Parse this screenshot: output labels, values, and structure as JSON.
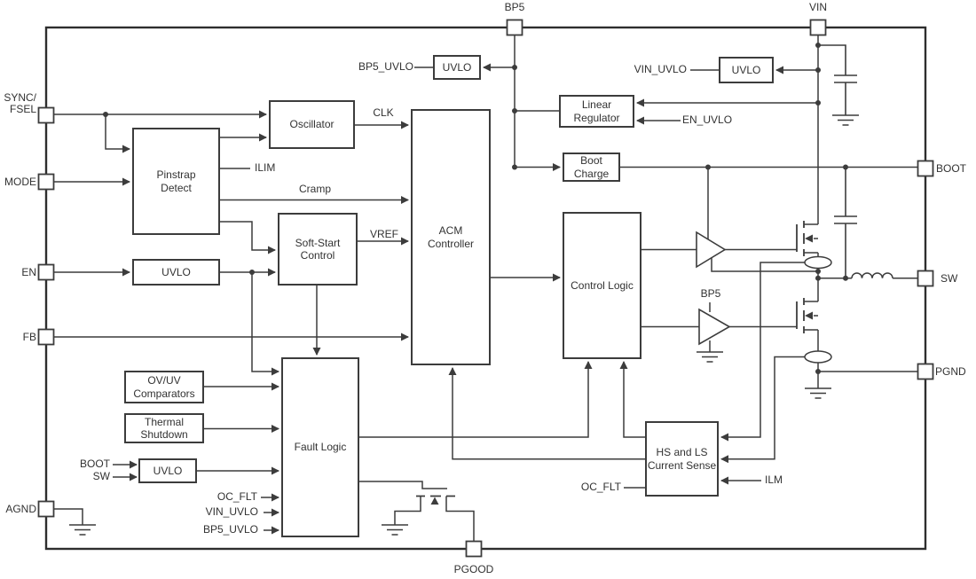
{
  "diagram": {
    "type": "ic-functional-block-diagram",
    "colors": {
      "background": "#ffffff",
      "line": "#3c3c3c",
      "text": "#323232"
    },
    "pins": {
      "bp5": "BP5",
      "vin": "VIN",
      "sync_fsel": "SYNC/\nFSEL",
      "mode": "MODE",
      "en": "EN",
      "fb": "FB",
      "agnd": "AGND",
      "boot": "BOOT",
      "sw": "SW",
      "pgnd": "PGND",
      "pgood": "PGOOD"
    },
    "blocks": {
      "oscillator": "Oscillator",
      "pinstrap": "Pinstrap\nDetect",
      "uvlo_en": "UVLO",
      "soft_start": "Soft-Start\nControl",
      "acm": "ACM\nController",
      "control_logic": "Control Logic",
      "uvlo_bp5": "UVLO",
      "uvlo_vin": "UVLO",
      "linear_regulator": "Linear\nRegulator",
      "boot_charge": "Boot\nCharge",
      "ovuv_comparators": "OV/UV\nComparators",
      "thermal_shutdown": "Thermal\nShutdown",
      "uvlo_bootsw": "UVLO",
      "fault_logic": "Fault Logic",
      "current_sense": "HS and LS\nCurrent Sense"
    },
    "signals": {
      "bp5_uvlo": "BP5_UVLO",
      "vin_uvlo": "VIN_UVLO",
      "en_uvlo": "EN_UVLO",
      "clk": "CLK",
      "ilim": "ILIM",
      "cramp": "Cramp",
      "vref": "VREF",
      "bp5_driver": "BP5",
      "boot_in": "BOOT",
      "sw_in": "SW",
      "oc_flt_fault": "OC_FLT",
      "vin_uvlo_fault": "VIN_UVLO",
      "bp5_uvlo_fault": "BP5_UVLO",
      "oc_flt_cs": "OC_FLT",
      "ilm": "ILM"
    }
  }
}
